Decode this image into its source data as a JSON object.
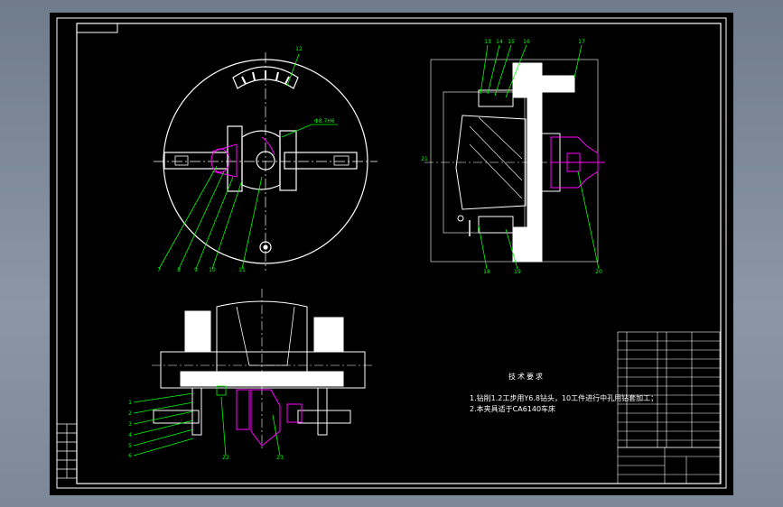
{
  "drawing": {
    "colors": {
      "background": "#000000",
      "line": "#ffffff",
      "leader": "#00ff00",
      "standard_part": "#ff00ff",
      "frame": "#7a8797"
    },
    "notes": {
      "title": "技术要求",
      "items": [
        "1.钻削1.2工步用Y6.8钻头，10工件进行中孔用钻套加工；",
        "2.本夹具适于CA6140车床"
      ]
    },
    "top_view": {
      "callouts": [
        "7",
        "8",
        "9",
        "10",
        "11",
        "12"
      ],
      "dimension": "Φ8.7H6"
    },
    "side_view": {
      "callouts": [
        "13",
        "14",
        "15",
        "16",
        "17",
        "18",
        "19",
        "20",
        "21"
      ]
    },
    "front_view": {
      "callouts": [
        "1",
        "2",
        "3",
        "4",
        "5",
        "6",
        "22",
        "23"
      ]
    }
  }
}
